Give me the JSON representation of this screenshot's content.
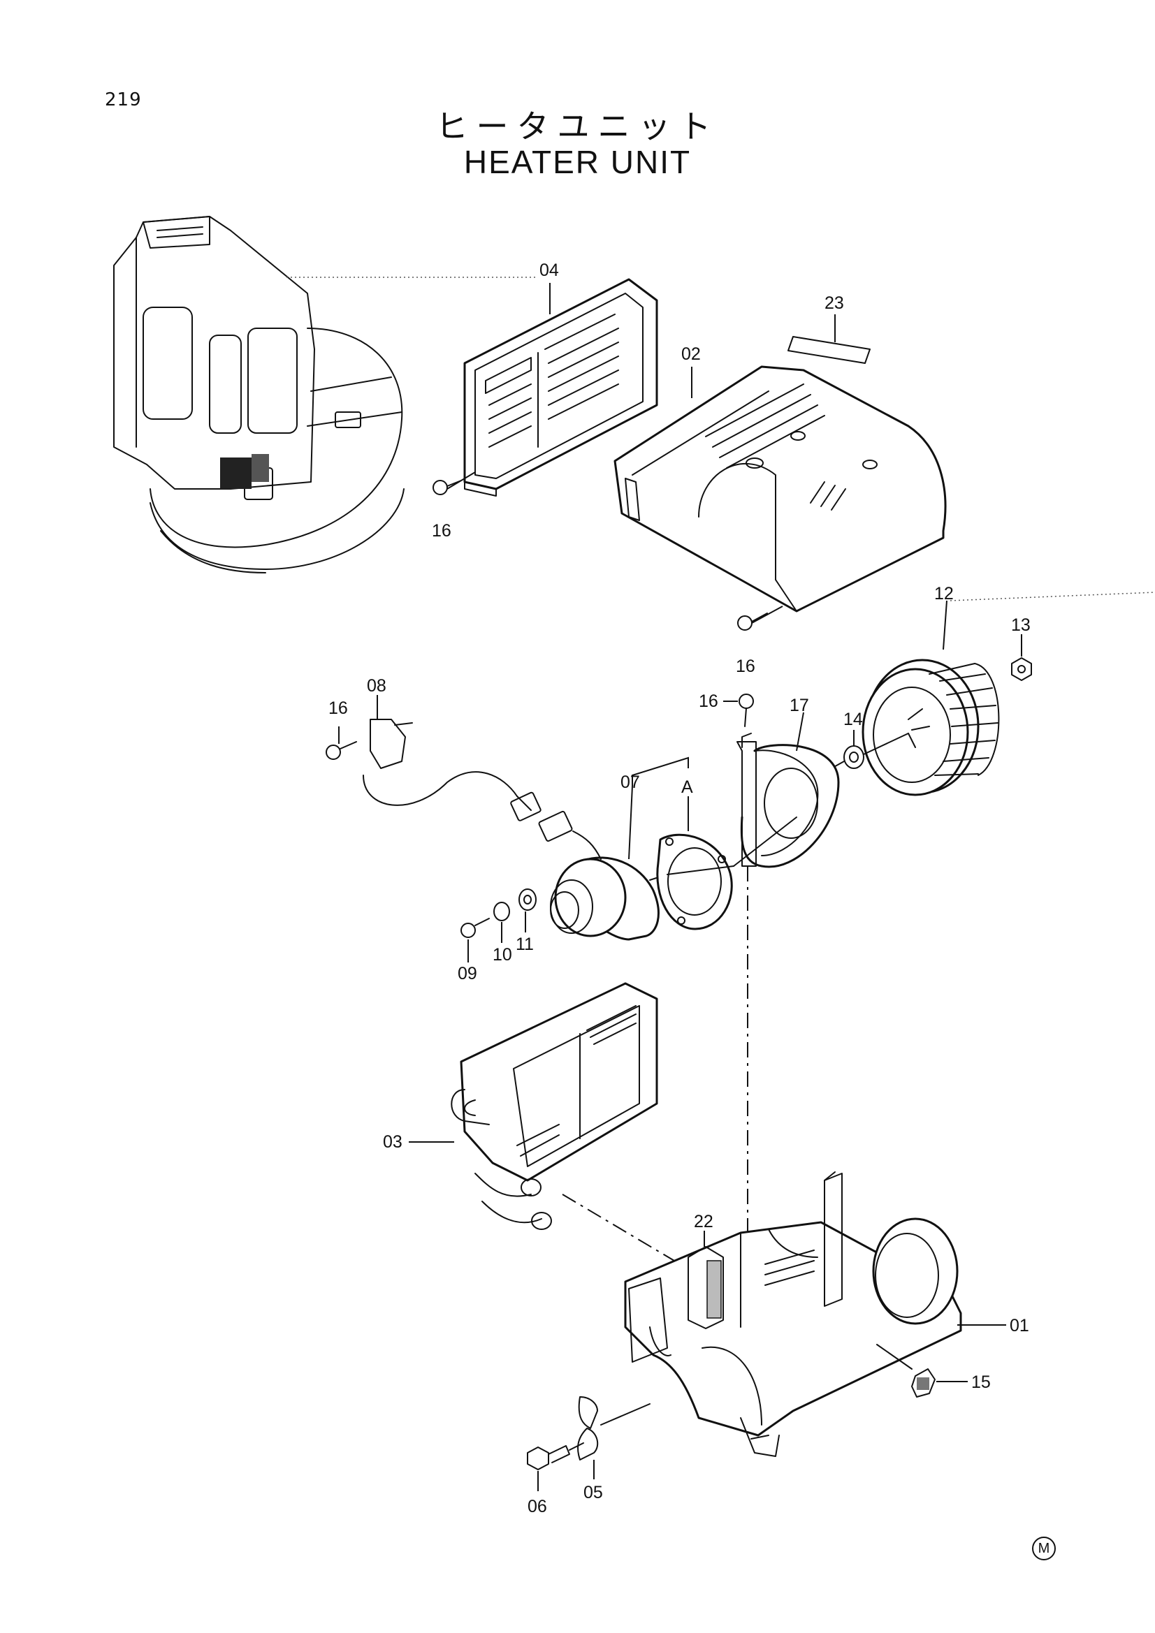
{
  "page_number": "219",
  "title_jp": "ヒータユニット",
  "title_en": "HEATER UNIT",
  "corner_mark": "M",
  "callouts": {
    "c01": "01",
    "c02": "02",
    "c03": "03",
    "c04": "04",
    "c05": "05",
    "c06": "06",
    "c07": "07",
    "cA": "A",
    "c08": "08",
    "c09": "09",
    "c10": "10",
    "c11": "11",
    "c12": "12",
    "c13": "13",
    "c14": "14",
    "c15": "15",
    "c16a": "16",
    "c16b": "16",
    "c16c": "16",
    "c16d": "16",
    "c17": "17",
    "c22": "22",
    "c23": "23"
  }
}
